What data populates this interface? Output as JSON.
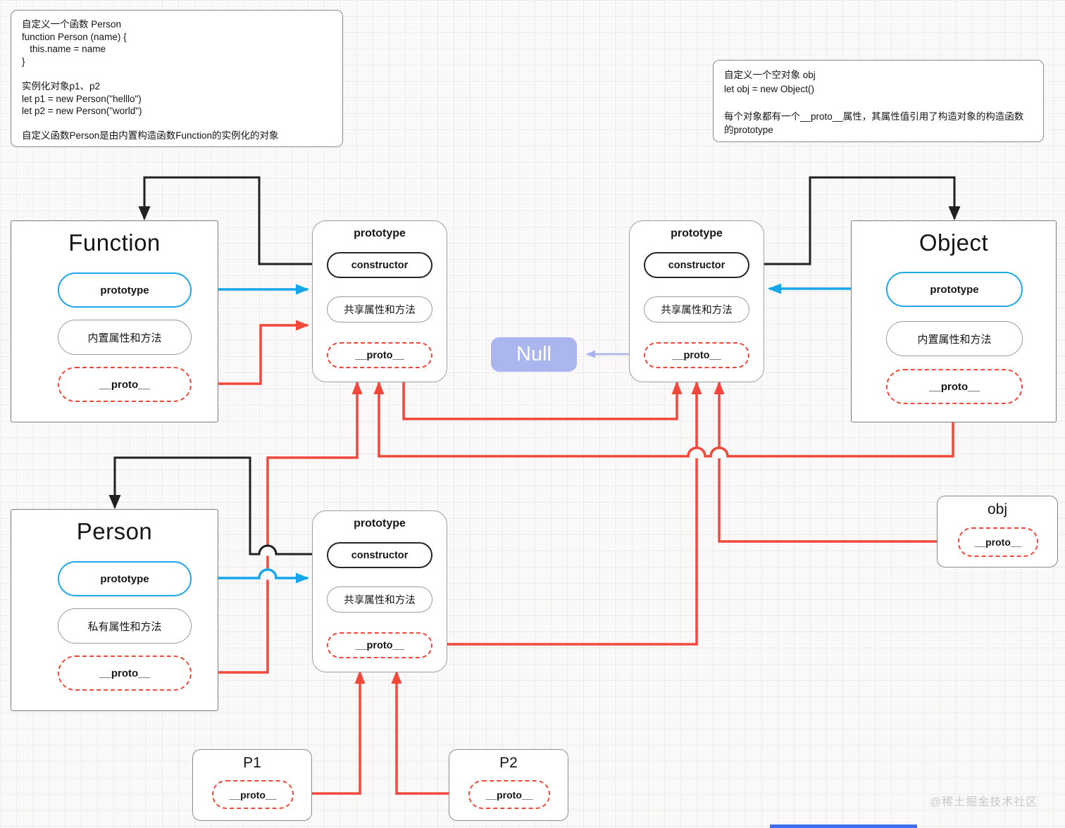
{
  "notes": {
    "person_note": {
      "lines": [
        "自定义一个函数 Person",
        "function Person (name) {",
        "   this.name = name",
        "}",
        "",
        "实例化对象p1、p2",
        "let p1 = new Person(\"helllo\")",
        "let p2 = new Person(\"world\")",
        "",
        "自定义函数Person是由内置构造函数Function的实例化的对象"
      ]
    },
    "obj_note": {
      "lines": [
        "自定义一个空对象 obj",
        "let obj = new Object()",
        "",
        "每个对象都有一个__proto__属性，其属性值引用了构造对象的构造函数",
        "的prototype"
      ]
    }
  },
  "boxes": {
    "function": {
      "title": "Function",
      "items": [
        {
          "label": "prototype",
          "style": "blue"
        },
        {
          "label": "内置属性和方法",
          "style": "plain"
        },
        {
          "label": "__proto__",
          "style": "red-dashed"
        }
      ]
    },
    "function_prototype": {
      "title": "prototype",
      "items": [
        {
          "label": "constructor",
          "style": "black"
        },
        {
          "label": "共享属性和方法",
          "style": "plain"
        },
        {
          "label": "__proto__",
          "style": "red-dashed"
        }
      ]
    },
    "object_prototype": {
      "title": "prototype",
      "items": [
        {
          "label": "constructor",
          "style": "black"
        },
        {
          "label": "共享属性和方法",
          "style": "plain"
        },
        {
          "label": "__proto__",
          "style": "red-dashed"
        }
      ]
    },
    "object": {
      "title": "Object",
      "items": [
        {
          "label": "prototype",
          "style": "blue"
        },
        {
          "label": "内置属性和方法",
          "style": "plain"
        },
        {
          "label": "__proto__",
          "style": "red-dashed"
        }
      ]
    },
    "person": {
      "title": "Person",
      "items": [
        {
          "label": "prototype",
          "style": "blue"
        },
        {
          "label": "私有属性和方法",
          "style": "plain"
        },
        {
          "label": "__proto__",
          "style": "red-dashed"
        }
      ]
    },
    "person_prototype": {
      "title": "prototype",
      "items": [
        {
          "label": "constructor",
          "style": "black"
        },
        {
          "label": "共享属性和方法",
          "style": "plain"
        },
        {
          "label": "__proto__",
          "style": "red-dashed"
        }
      ]
    },
    "null": {
      "label": "Null"
    },
    "obj": {
      "title": "obj",
      "proto_label": "__proto__"
    },
    "p1": {
      "title": "P1",
      "proto_label": "__proto__"
    },
    "p2": {
      "title": "P2",
      "proto_label": "__proto__"
    }
  },
  "watermark": "@稀土掘金技术社区",
  "colors": {
    "arrow_red": "#f2483c",
    "arrow_blue": "#18a6ea",
    "arrow_black": "#212121",
    "arrow_purple": "#a9b4ec",
    "null_fill": "#abb6ee",
    "watermark_gray": "#c9c9c9"
  }
}
